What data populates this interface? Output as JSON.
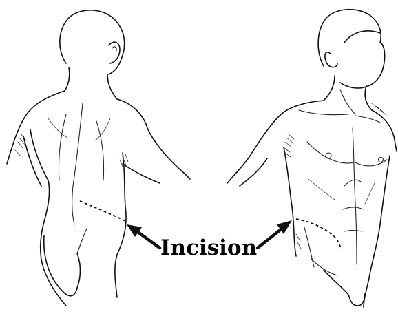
{
  "figure": {
    "annotation_label": "Incision",
    "colors": {
      "ink": "#111111",
      "background": "#ffffff"
    },
    "illustrations": [
      "back-view-torso",
      "front-view-torso"
    ]
  }
}
